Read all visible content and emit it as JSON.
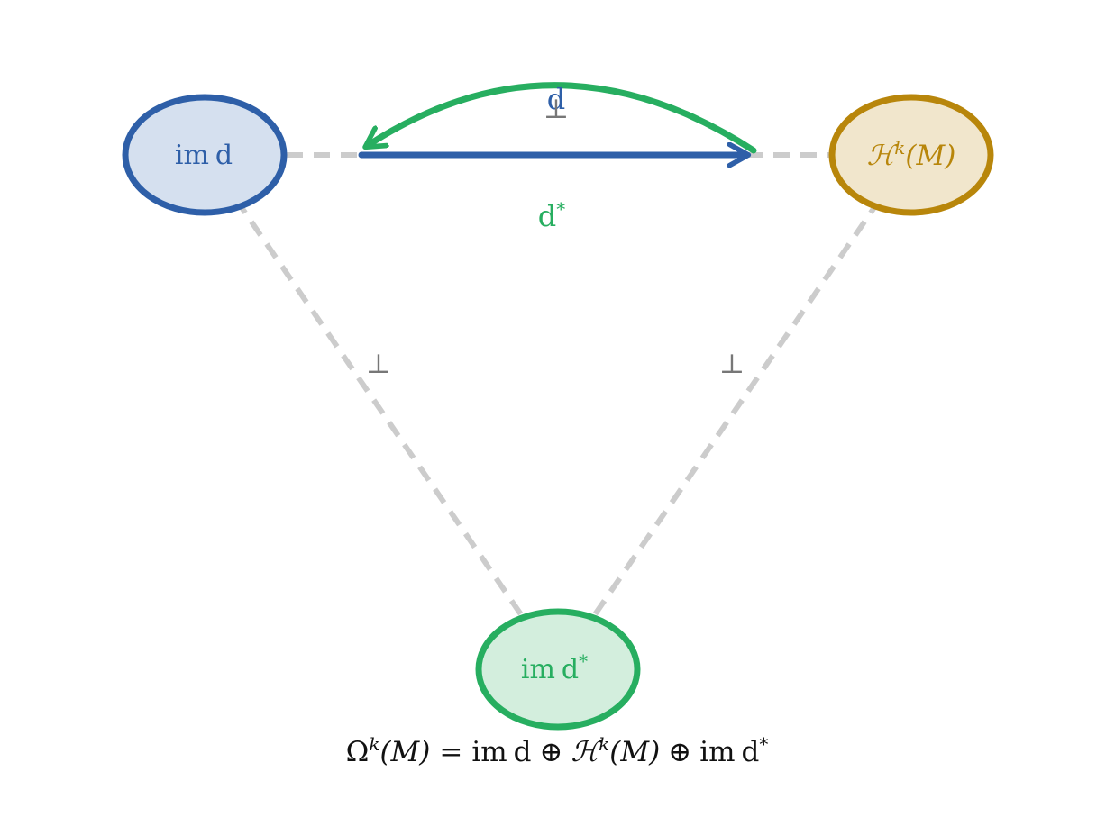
{
  "colors": {
    "blue": "#2E5FA8",
    "blue_fill": "#D5E0EF",
    "gold": "#B8860B",
    "gold_fill": "#F1E6CC",
    "green": "#27AE60",
    "green_fill": "#D3EEDD",
    "gray_dashed": "#CCCCCC",
    "perp_gray": "#777777",
    "text_dark": "#111111"
  },
  "nodes": {
    "im_d": {
      "im": "im",
      "d": "d"
    },
    "harmonic": {
      "script": "ℋ",
      "sup": "k",
      "arg": "(M)"
    },
    "im_dstar": {
      "im": "im",
      "d": "d",
      "star": "*"
    }
  },
  "arrows": {
    "d_label": "d",
    "dstar_label": "d",
    "dstar_sup": "*"
  },
  "perp": {
    "symbol": "⊥"
  },
  "equation": {
    "omega": "Ω",
    "omega_sup": "k",
    "omega_arg": "(M)",
    "equals": "=",
    "im1": "im",
    "d1": "d",
    "oplus1": "⊕",
    "script": "ℋ",
    "script_sup": "k",
    "script_arg": "(M)",
    "oplus2": "⊕",
    "im2": "im",
    "d2": "d",
    "star": "*"
  }
}
